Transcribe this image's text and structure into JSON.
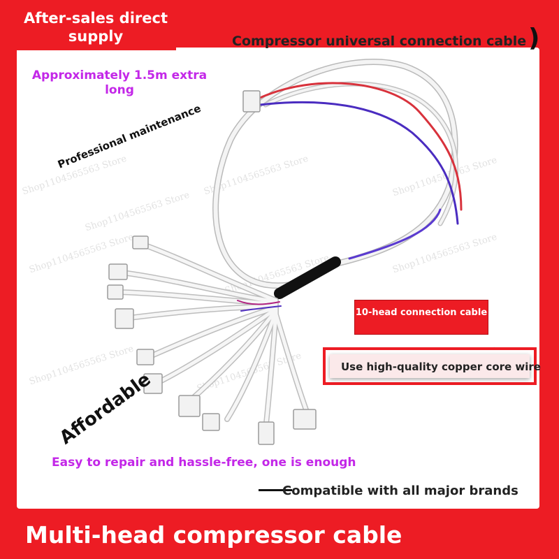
{
  "badge": {
    "text": "After-sales direct supply"
  },
  "header": {
    "title": "Compressor universal connection cable",
    "bracket": ")"
  },
  "features": {
    "extra_long": "Approximately 1.5m extra long",
    "professional": "Professional maintenance",
    "affordable": "Affordable",
    "ten_head": "10-head connection cable",
    "copper": "Use high-quality copper core wire",
    "easy": "Easy to repair and hassle-free, one is enough",
    "compatible": "Compatible with all major brands"
  },
  "footer": {
    "title": "Multi-head compressor cable"
  },
  "watermark": "Shop1104565563 Store",
  "colors": {
    "brand_red": "#ed1c24",
    "accent_magenta": "#c327e8",
    "text_dark": "#222222"
  }
}
